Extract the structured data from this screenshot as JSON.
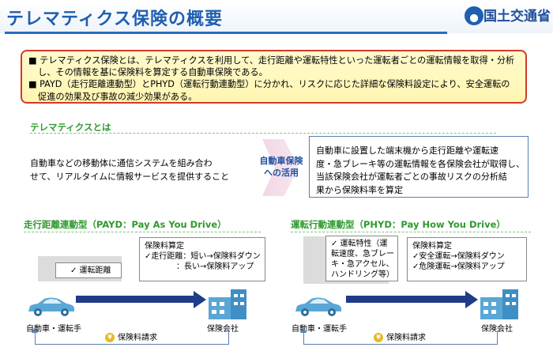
{
  "header": {
    "title": "テレマティクス保険の概要",
    "ministry": "国土交通省"
  },
  "summary": {
    "lines": [
      "■ テレマティクス保険とは、テレマティクスを利用して、走行距離や運転特性といった運転者ごとの運転情報を取得・分析",
      "し、その情報を基に保険料を算定する自動車保険である。",
      "■ PAYD（走行距離連動型）とPHYD（運転行動連動型）に分かれ、リスクに応じた詳細な保険料設定により、安全運転の",
      "促進の効果及び事故の減少効果がある。"
    ]
  },
  "what": {
    "title": "テレマティクスとは",
    "definition": [
      "自動車などの移動体に通信システムを組み合わ",
      "せて、リアルタイムに情報サービスを提供すること"
    ],
    "usage_label": [
      "自動車保険",
      "への活用"
    ],
    "mechanism": [
      "自動車に設置した端末機から走行距離や運転速",
      "度・急ブレーキ等の運転情報を各保険会社が取得し、",
      "当該保険会社が運転者ごとの事故リスクの分析結",
      "果から保険料率を算定"
    ]
  },
  "payd": {
    "title": "走行距離連動型（PAYD：Pay As You Drive）",
    "factor": "✓ 運転距離",
    "calc": [
      "保険料算定",
      "✓走行距離：短い→保険料ダウン",
      "　　　　：長い→保険料アップ"
    ],
    "car_label": "自動車・運転手",
    "insurer_label": "保険会社",
    "billing": "保険料請求",
    "yen": "¥"
  },
  "phyd": {
    "title": "運転行動連動型（PHYD：Pay How You Drive）",
    "factor": "✓ 運転特性（運転速度、急ブレーキ・急アクセル、ハンドリング等）",
    "calc": [
      "保険料算定",
      "✓安全運転→保険料ダウン",
      "✓危険運転→保険料アップ"
    ],
    "car_label": "自動車・運転手",
    "insurer_label": "保険会社",
    "billing": "保険料請求",
    "yen": "¥"
  },
  "colors": {
    "title_blue": "#1f5fb0",
    "summary_border": "#d23b2a",
    "summary_fill": "#fff6b2",
    "section_green": "#2e9a2e",
    "arrow_navy": "#1f3c88",
    "illustration_blue": "#5aa7d6"
  },
  "icons": [
    "ministry-logo-icon",
    "car-icon",
    "building-icon",
    "yen-coin-icon",
    "arrow-right-icon"
  ]
}
